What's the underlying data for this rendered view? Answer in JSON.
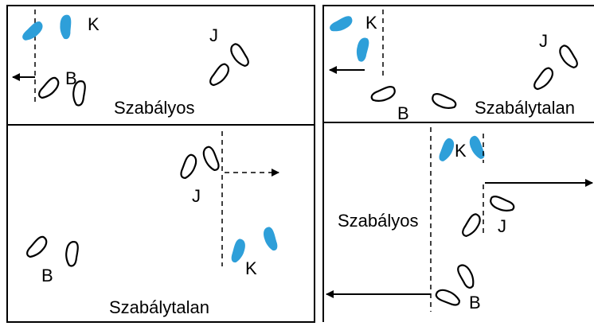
{
  "colors": {
    "kicker_feet": "#2e9fd9",
    "lines": "#000000",
    "background": "#ffffff"
  },
  "panels": {
    "top_left": {
      "caption": "Szabályos",
      "labels": {
        "k": "K",
        "j": "J",
        "b": "B"
      }
    },
    "bottom_left": {
      "caption": "Szabálytalan",
      "labels": {
        "k": "K",
        "j": "J",
        "b": "B"
      }
    },
    "top_right": {
      "caption": "Szabálytalan",
      "labels": {
        "k": "K",
        "j": "J",
        "b": "B"
      }
    },
    "bottom_right": {
      "caption": "Szabályos",
      "labels": {
        "k": "K",
        "j": "J",
        "b": "B"
      }
    }
  }
}
